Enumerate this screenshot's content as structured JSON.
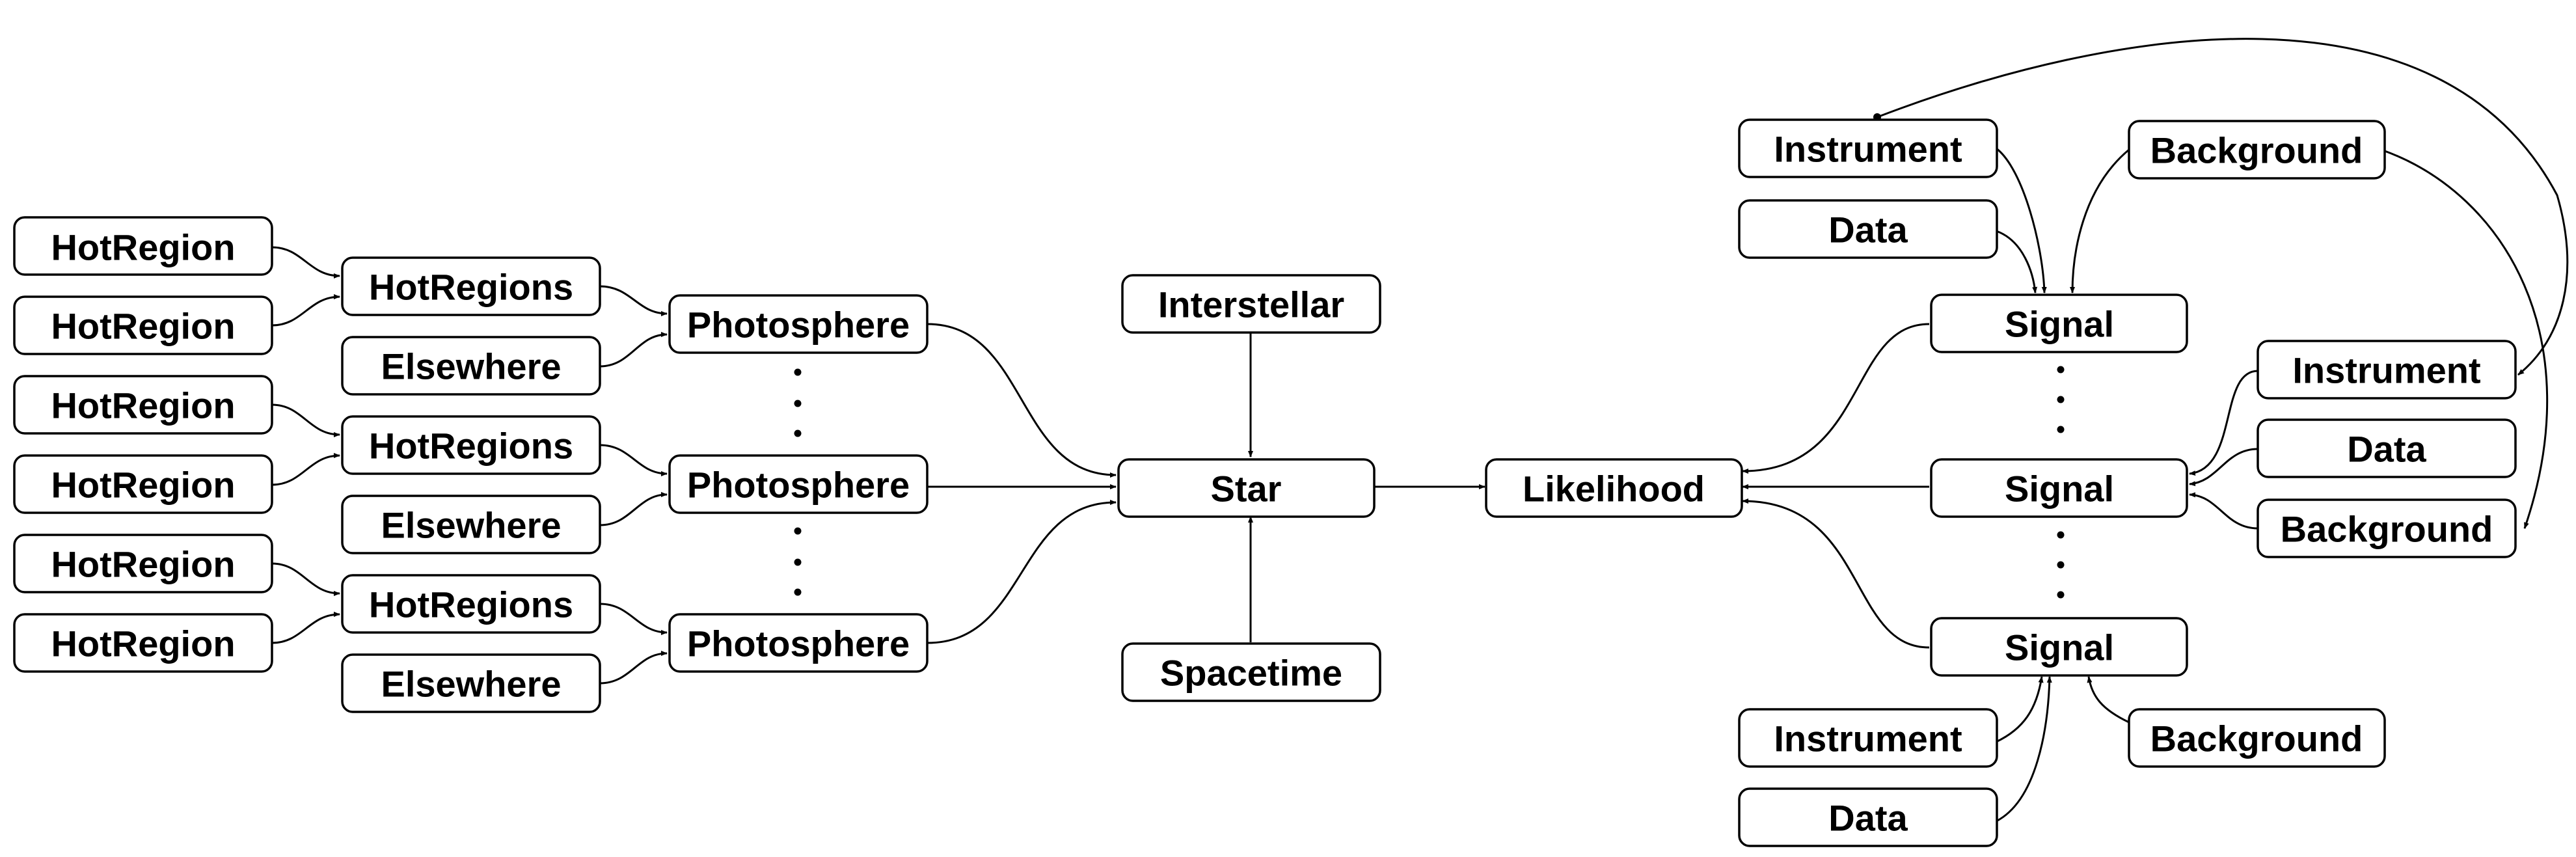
{
  "diagram": {
    "colors": {
      "stroke": "#000000",
      "fill": "#ffffff",
      "text": "#000000"
    },
    "nodes": {
      "hotregion_1": "HotRegion",
      "hotregion_2": "HotRegion",
      "hotregion_3": "HotRegion",
      "hotregion_4": "HotRegion",
      "hotregion_5": "HotRegion",
      "hotregion_6": "HotRegion",
      "hotregions_1": "HotRegions",
      "hotregions_2": "HotRegions",
      "hotregions_3": "HotRegions",
      "elsewhere_1": "Elsewhere",
      "elsewhere_2": "Elsewhere",
      "elsewhere_3": "Elsewhere",
      "photosphere_1": "Photosphere",
      "photosphere_2": "Photosphere",
      "photosphere_3": "Photosphere",
      "interstellar": "Interstellar",
      "star": "Star",
      "spacetime": "Spacetime",
      "likelihood": "Likelihood",
      "signal_1": "Signal",
      "signal_2": "Signal",
      "signal_3": "Signal",
      "instrument_1": "Instrument",
      "instrument_2": "Instrument",
      "instrument_3": "Instrument",
      "data_1": "Data",
      "data_2": "Data",
      "data_3": "Data",
      "background_1": "Background",
      "background_2": "Background",
      "background_3": "Background"
    },
    "edges": [
      [
        "hotregion_1",
        "hotregions_1"
      ],
      [
        "hotregion_2",
        "hotregions_1"
      ],
      [
        "hotregion_3",
        "hotregions_2"
      ],
      [
        "hotregion_4",
        "hotregions_2"
      ],
      [
        "hotregion_5",
        "hotregions_3"
      ],
      [
        "hotregion_6",
        "hotregions_3"
      ],
      [
        "hotregions_1",
        "photosphere_1"
      ],
      [
        "elsewhere_1",
        "photosphere_1"
      ],
      [
        "hotregions_2",
        "photosphere_2"
      ],
      [
        "elsewhere_2",
        "photosphere_2"
      ],
      [
        "hotregions_3",
        "photosphere_3"
      ],
      [
        "elsewhere_3",
        "photosphere_3"
      ],
      [
        "photosphere_1",
        "star"
      ],
      [
        "photosphere_2",
        "star"
      ],
      [
        "photosphere_3",
        "star"
      ],
      [
        "interstellar",
        "star"
      ],
      [
        "spacetime",
        "star"
      ],
      [
        "star",
        "likelihood"
      ],
      [
        "signal_1",
        "likelihood"
      ],
      [
        "signal_2",
        "likelihood"
      ],
      [
        "signal_3",
        "likelihood"
      ],
      [
        "instrument_1",
        "signal_1"
      ],
      [
        "data_1",
        "signal_1"
      ],
      [
        "background_1",
        "signal_1"
      ],
      [
        "instrument_2",
        "signal_2"
      ],
      [
        "data_2",
        "signal_2"
      ],
      [
        "background_2",
        "signal_2"
      ],
      [
        "instrument_3",
        "signal_3"
      ],
      [
        "data_3",
        "signal_3"
      ],
      [
        "background_3",
        "signal_3"
      ],
      [
        "instrument_1",
        "instrument_2"
      ],
      [
        "background_1",
        "background_2"
      ]
    ]
  }
}
